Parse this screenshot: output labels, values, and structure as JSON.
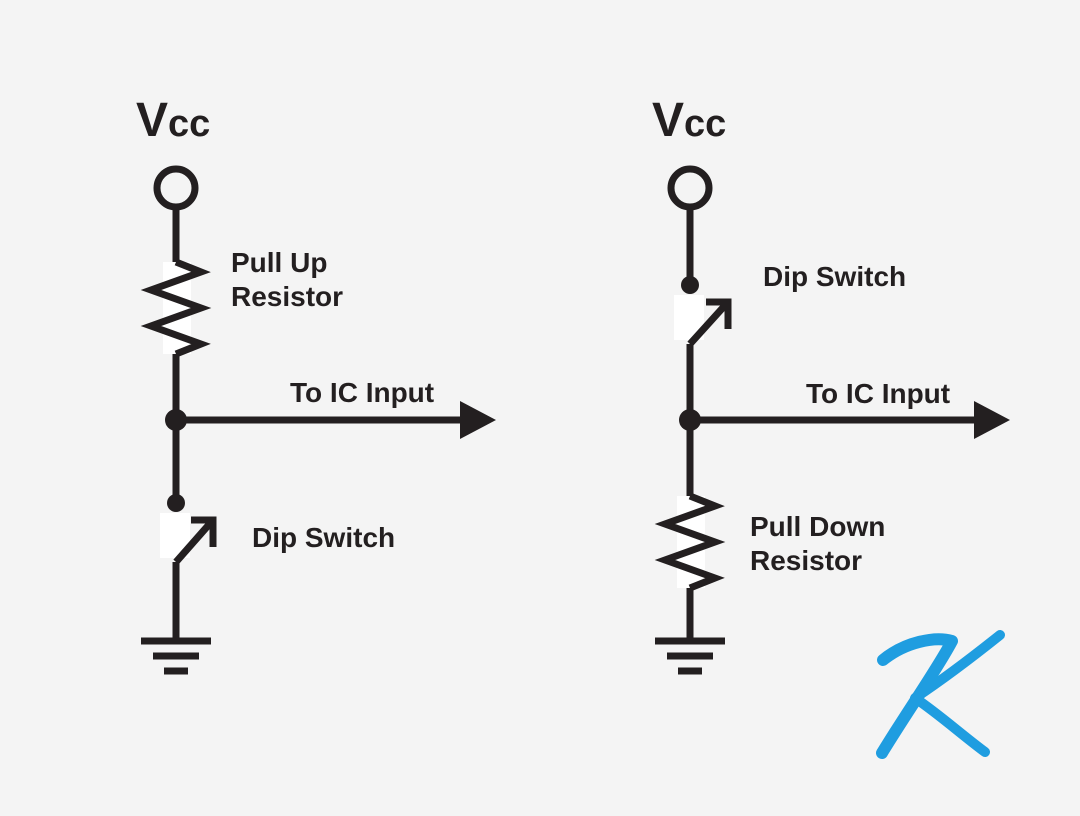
{
  "circuits": [
    {
      "id": "pull-up",
      "supply": {
        "main": "V",
        "sub": "cc"
      },
      "resistor_label": [
        "Pull Up",
        "Resistor"
      ],
      "output_label": "To IC Input",
      "switch_label": "Dip Switch"
    },
    {
      "id": "pull-down",
      "supply": {
        "main": "V",
        "sub": "cc"
      },
      "switch_label": "Dip Switch",
      "output_label": "To IC Input",
      "resistor_label": [
        "Pull Down",
        "Resistor"
      ]
    }
  ],
  "colors": {
    "background": "#f4f4f4",
    "ink": "#231f20",
    "logo": "#1f9de0"
  },
  "logo": {
    "text": "K",
    "icon": "k-logo-icon"
  }
}
